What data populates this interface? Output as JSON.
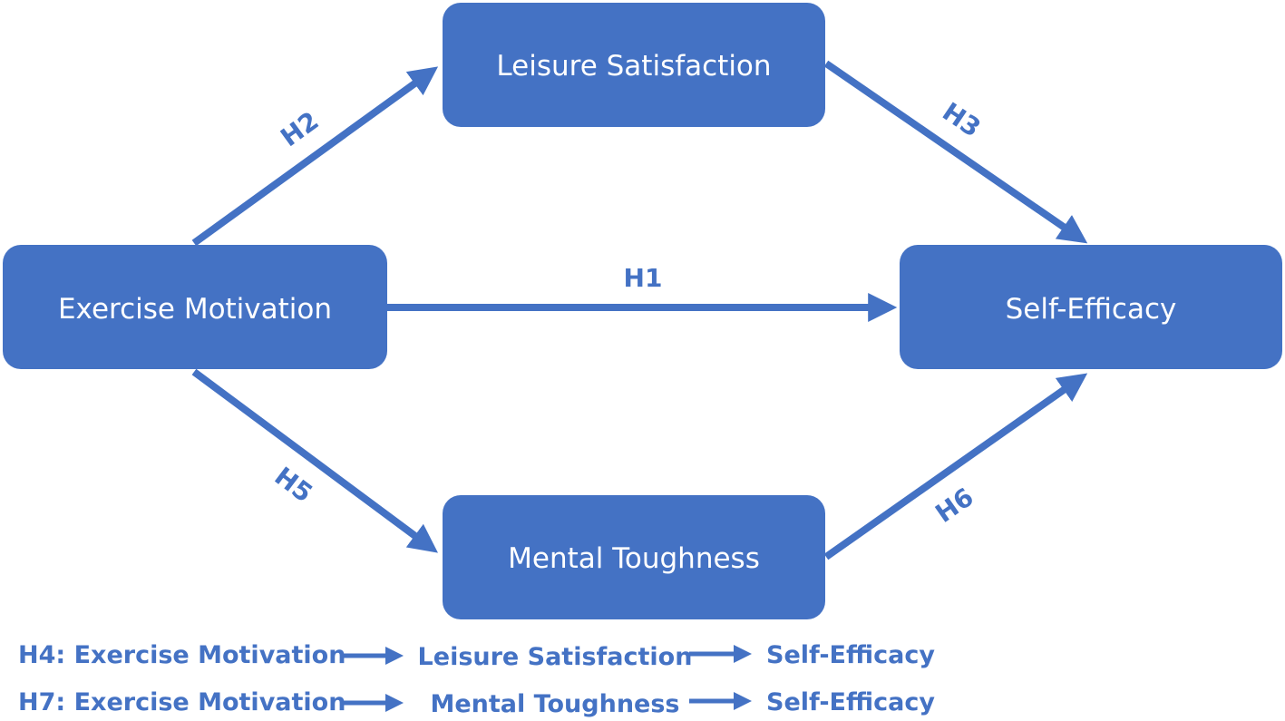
{
  "colors": {
    "box_fill": "#4472C4",
    "arrow": "#4472C4",
    "text_on_box": "#FFFFFF",
    "label_text": "#4472C4"
  },
  "nodes": {
    "leisure_satisfaction": "Leisure Satisfaction",
    "exercise_motivation": "Exercise Motivation",
    "self_efficacy": "Self-Efficacy",
    "mental_toughness": "Mental Toughness"
  },
  "edges": {
    "h1": "H1",
    "h2": "H2",
    "h3": "H3",
    "h5": "H5",
    "h6": "H6"
  },
  "legend": {
    "h4": {
      "prefix": "H4: Exercise Motivation",
      "mediator": "Leisure Satisfaction",
      "outcome": "Self-Efficacy"
    },
    "h7": {
      "prefix": "H7: Exercise Motivation",
      "mediator": "Mental Toughness",
      "outcome": "Self-Efficacy"
    }
  }
}
